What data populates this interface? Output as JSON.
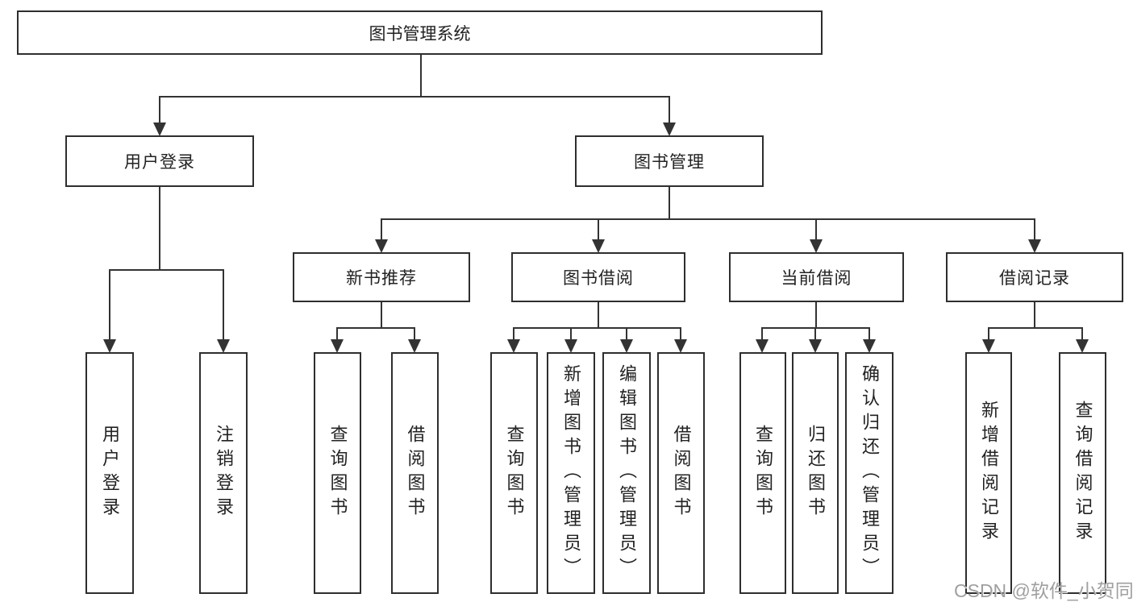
{
  "tree": {
    "root": {
      "label": "图书管理系统"
    },
    "children": [
      {
        "label": "用户登录",
        "children": [
          {
            "label": "用户登录"
          },
          {
            "label": "注销登录"
          }
        ]
      },
      {
        "label": "图书管理",
        "children": [
          {
            "label": "新书推荐",
            "children": [
              {
                "label": "查询图书"
              },
              {
                "label": "借阅图书"
              }
            ]
          },
          {
            "label": "图书借阅",
            "children": [
              {
                "label": "查询图书"
              },
              {
                "label": "新增图书（管理员）"
              },
              {
                "label": "编辑图书（管理员）"
              },
              {
                "label": "借阅图书"
              }
            ]
          },
          {
            "label": "当前借阅",
            "children": [
              {
                "label": "查询图书"
              },
              {
                "label": "归还图书"
              },
              {
                "label": "确认归还（管理员）"
              }
            ]
          },
          {
            "label": "借阅记录",
            "children": [
              {
                "label": "新增借阅记录"
              },
              {
                "label": "查询借阅记录"
              }
            ]
          }
        ]
      }
    ]
  },
  "watermark": {
    "text": "CSDN @软件_小贺同学"
  },
  "colors": {
    "line": "#333333",
    "box_border": "#2e2e2e",
    "text": "#222222",
    "watermark": "#a0a0a0",
    "background": "#ffffff"
  }
}
